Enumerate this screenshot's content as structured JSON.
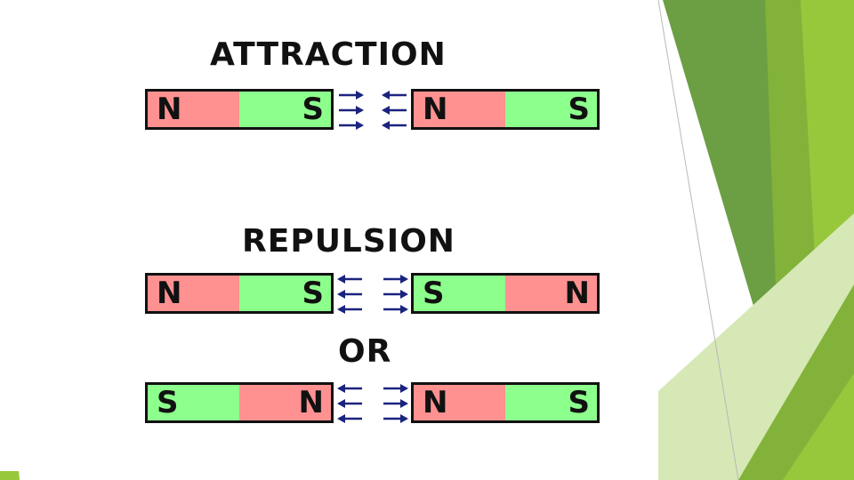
{
  "diagram": {
    "colors": {
      "north": "#ff9191",
      "south": "#8dff8d",
      "outline": "#111111",
      "arrow": "#1a237e",
      "theme_dark_green": "#6c9e44",
      "theme_mid_green": "#82b23a",
      "theme_light_green": "#97c83c",
      "theme_pale_green": "#d6e8b5"
    },
    "attraction": {
      "title": "ATTRACTION",
      "magnets": [
        {
          "pole_left": "N",
          "pole_right": "S",
          "color_left": "north",
          "color_right": "south"
        },
        {
          "pole_left": "N",
          "pole_right": "S",
          "color_left": "north",
          "color_right": "south"
        }
      ],
      "arrows": "toward-each-other"
    },
    "repulsion": {
      "title": "REPULSION",
      "magnets": [
        {
          "pole_left": "N",
          "pole_right": "S",
          "color_left": "north",
          "color_right": "south"
        },
        {
          "pole_left": "S",
          "pole_right": "N",
          "color_left": "south",
          "color_right": "north"
        }
      ],
      "arrows": "away-from-each-other"
    },
    "connector": "OR",
    "repulsion_alt": {
      "magnets": [
        {
          "pole_left": "S",
          "pole_right": "N",
          "color_left": "south",
          "color_right": "north"
        },
        {
          "pole_left": "N",
          "pole_right": "S",
          "color_left": "north",
          "color_right": "south"
        }
      ],
      "arrows": "away-from-each-other"
    }
  }
}
